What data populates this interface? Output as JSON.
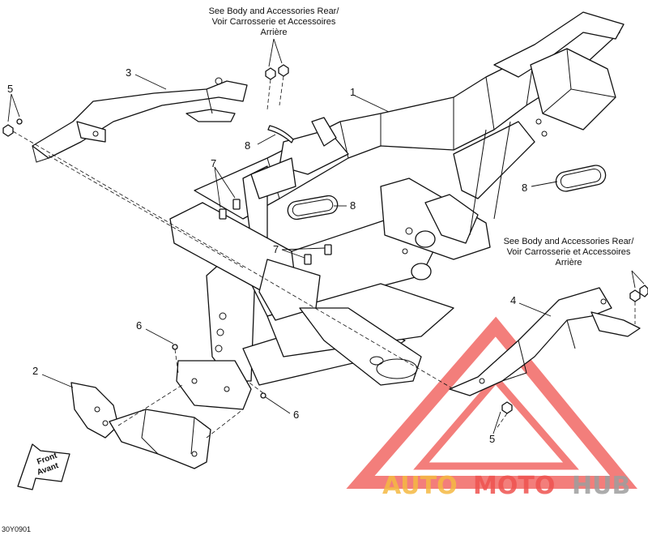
{
  "callouts": {
    "c1": "1",
    "c2": "2",
    "c3": "3",
    "c4": "4",
    "c5a": "5",
    "c5b": "5",
    "c6a": "6",
    "c6b": "6",
    "c7a": "7",
    "c7b": "7",
    "c8a": "8",
    "c8b": "8"
  },
  "notes": {
    "top": [
      "See Body and Accessories Rear/",
      "Voir Carrosserie et Accessoires",
      "Arrière"
    ],
    "right": [
      "See Body and Accessories Rear/",
      "Voir Carrosserie et Accessoires",
      "Arrière"
    ]
  },
  "front_arrow": [
    "Front",
    "Avant"
  ],
  "figure_code": "30Y0901",
  "watermark": {
    "auto": "AUTO",
    "moto": "MOTO",
    "hub": "HUB"
  },
  "colors": {
    "watermark_orange": "#f5b942",
    "watermark_red": "#ef5350",
    "watermark_gray": "#9e9e9e",
    "line": "#111111"
  }
}
